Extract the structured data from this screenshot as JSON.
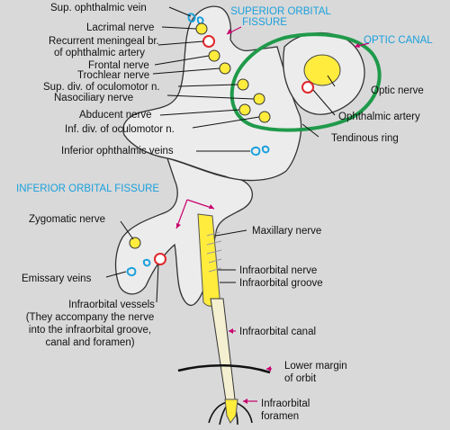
{
  "diagram": {
    "headers": {
      "superior_orbital_fissure": [
        "SUPERIOR ORBITAL",
        "FISSURE"
      ],
      "optic_canal": "OPTIC CANAL",
      "inferior_orbital_fissure": "INFERIOR ORBITAL FISSURE"
    },
    "left_labels": {
      "sup_ophthalmic_vein": "Sup. ophthalmic vein",
      "lacrimal_nerve": "Lacrimal nerve",
      "recurrent_meningeal": [
        "Recurrent meningeal br.",
        "of ophthalmic artery"
      ],
      "frontal_nerve": "Frontal nerve",
      "trochlear_nerve": "Trochlear nerve",
      "sup_div_oculomotor": "Sup. div. of oculomotor n.",
      "nasociliary_nerve": "Nasociliary nerve",
      "abducent_nerve": "Abducent nerve",
      "inf_div_oculomotor": "Inf. div. of oculomotor n.",
      "inferior_ophthalmic_veins": "Inferior ophthalmic veins",
      "zygomatic_nerve": "Zygomatic nerve",
      "emissary_veins": "Emissary veins",
      "infraorbital_vessels": [
        "Infraorbital vessels",
        "(They accompany the nerve",
        "into the infraorbital groove,",
        "canal and foramen)"
      ]
    },
    "right_labels": {
      "optic_nerve": "Optic nerve",
      "ophthalmic_artery": "Ophthalmic artery",
      "tendinous_ring": "Tendinous ring",
      "maxillary_nerve": "Maxillary nerve",
      "infraorbital_nerve": "Infraorbital nerve",
      "infraorbital_groove": "Infraorbital groove",
      "infraorbital_canal": "Infraorbital canal",
      "lower_margin": [
        "Lower margin",
        "of orbit"
      ],
      "infraorbital_foramen": [
        "Infraorbital",
        "foramen"
      ]
    },
    "colors": {
      "background": "#d9d9d9",
      "fissure_fill": "#ececec",
      "nerve_yellow": "#ffec3d",
      "artery_red": "#e0282c",
      "vein_blue": "#1aa0dc",
      "tendinous_ring_green": "#1f9a4a",
      "arrow_magenta": "#c8006e",
      "header_blue": "#1aa0dc"
    }
  }
}
